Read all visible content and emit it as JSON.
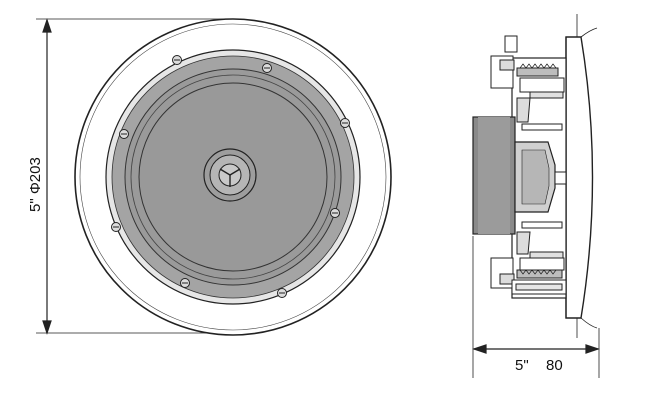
{
  "front_view": {
    "diameter_label": "5\"  Φ203"
  },
  "side_view": {
    "depth_size_label": "5\"",
    "depth_value_label": "80"
  },
  "colors": {
    "line": "#222222",
    "cone": "#9a9a9a",
    "cone_dark": "#7d7d7d",
    "panel": "#ffffff",
    "metal_light": "#dcdcdc",
    "metal_mid": "#bdbdbd"
  }
}
